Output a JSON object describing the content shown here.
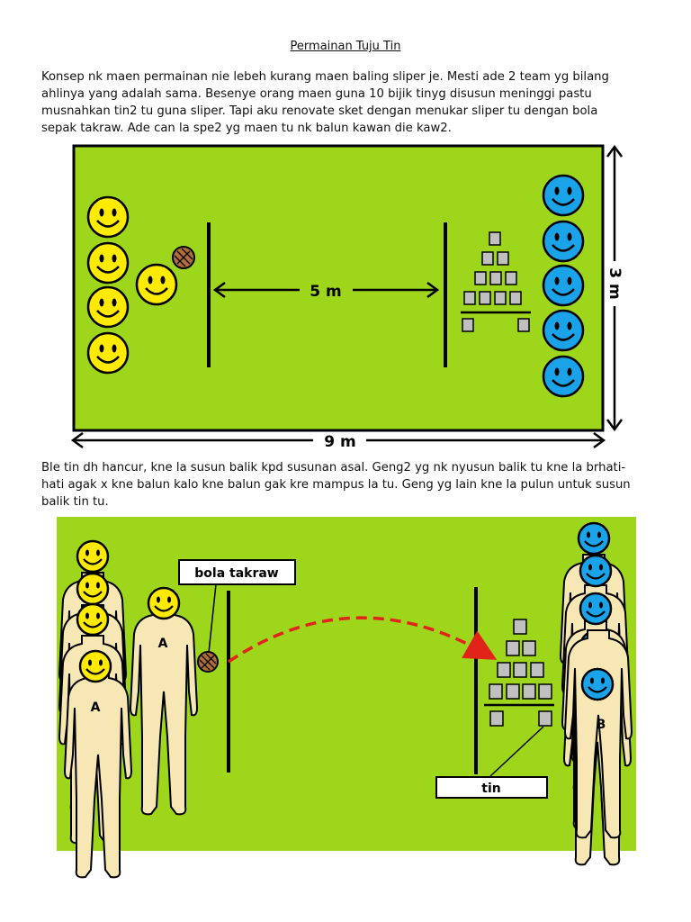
{
  "document": {
    "title": "Permainan Tuju Tin",
    "paragraphs": [
      "Konsep nk maen permainan nie lebeh kurang maen baling sliper je. Mesti ade 2 team yg bilang ahlinya yang adalah sama. Besenye orang maen guna 10 bijik tinyg disusun meninggi pastu musnahkan tin2 tu guna sliper. Tapi aku renovate sket dengan menukar sliper tu dengan bola sepak takraw. Ade can la spe2 yg maen tu nk balun kawan die kaw2.",
      "Ble tin dh hancur, kne la susun balik kpd susunan asal. Geng2 yg nk nyusun balik tu kne la brhati-hati agak x kne balun kalo kne balun gak kre mampus la tu. Geng yg lain kne la pulun untuk susun balik tin tu."
    ]
  },
  "figure1": {
    "distance_label": "5 m",
    "width_label": "9 m",
    "height_label": "3 m"
  },
  "figure2": {
    "ball_label": "bola takraw",
    "can_label": "tin",
    "player_a_label": "A",
    "player_b_label": "B"
  },
  "colors": {
    "field": "#9ed61c",
    "team_a": "#ffea00",
    "team_b": "#1aa3e8",
    "body": "#f6e7b5",
    "ball": "#b06d3a",
    "can": "#c0c0c0",
    "trajectory": "#e2231a"
  }
}
